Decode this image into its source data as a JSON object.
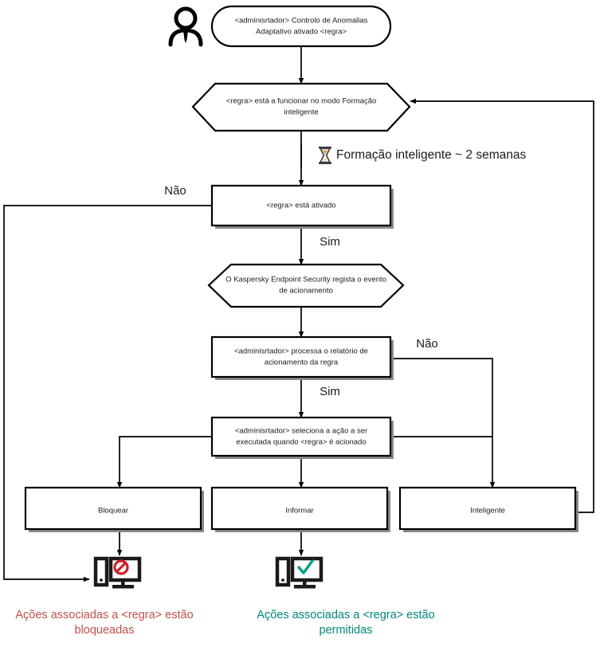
{
  "diagram": {
    "title": "Adaptive Anomaly Control rule flowchart",
    "language": "pt-PT",
    "colors": {
      "stroke": "#000000",
      "blocked": "#c0504d",
      "allowed": "#008878",
      "shadow": "#8a8a8a",
      "background": "#ffffff"
    },
    "actor": {
      "name": "administrator-actor",
      "icon": "person-icon"
    },
    "nodes": [
      {
        "id": "start",
        "shape": "rounded-rectangle",
        "lines": [
          "<adminisrtador> Controlo de Anomalias",
          "Adaptativo ativado <regra>"
        ]
      },
      {
        "id": "smart-training-mode",
        "shape": "hexagon",
        "lines": [
          "<regra> está a funcionar no modo Formação",
          "inteligente"
        ]
      },
      {
        "id": "rule-enabled",
        "shape": "rectangle",
        "lines": [
          "<regra> está ativado"
        ]
      },
      {
        "id": "kes-logs-event",
        "shape": "hexagon",
        "lines": [
          "O Kaspersky Endpoint Security regista o evento",
          "de acionamento"
        ]
      },
      {
        "id": "admin-processes-report",
        "shape": "rectangle",
        "lines": [
          "<adminisrtador> processa o relatório de",
          "acionamento da regra"
        ]
      },
      {
        "id": "admin-selects-action",
        "shape": "rectangle",
        "lines": [
          "<adminisrtador> seleciona a ação a ser",
          "executada quando <regra> é acionado"
        ]
      },
      {
        "id": "action-block",
        "shape": "rectangle",
        "lines": [
          "Bloquear"
        ]
      },
      {
        "id": "action-inform",
        "shape": "rectangle",
        "lines": [
          "Informar"
        ]
      },
      {
        "id": "action-smart",
        "shape": "rectangle",
        "lines": [
          "Inteligente"
        ]
      }
    ],
    "notes": [
      {
        "id": "training-duration",
        "icon": "hourglass-icon",
        "text": "Formação inteligente ~ 2 semanas"
      }
    ],
    "edge_labels": {
      "rule_enabled_no": "Não",
      "rule_enabled_yes": "Sim",
      "report_no": "Não",
      "report_yes": "Sim"
    },
    "outcomes": [
      {
        "id": "blocked-outcome",
        "icon": "monitor-blocked-icon",
        "color": "#c0504d",
        "lines": [
          "Ações associadas a <regra> estão",
          "bloqueadas"
        ]
      },
      {
        "id": "allowed-outcome",
        "icon": "monitor-allowed-icon",
        "color": "#008878",
        "lines": [
          "Ações associadas a <regra> estão",
          "permitidas"
        ]
      }
    ]
  }
}
